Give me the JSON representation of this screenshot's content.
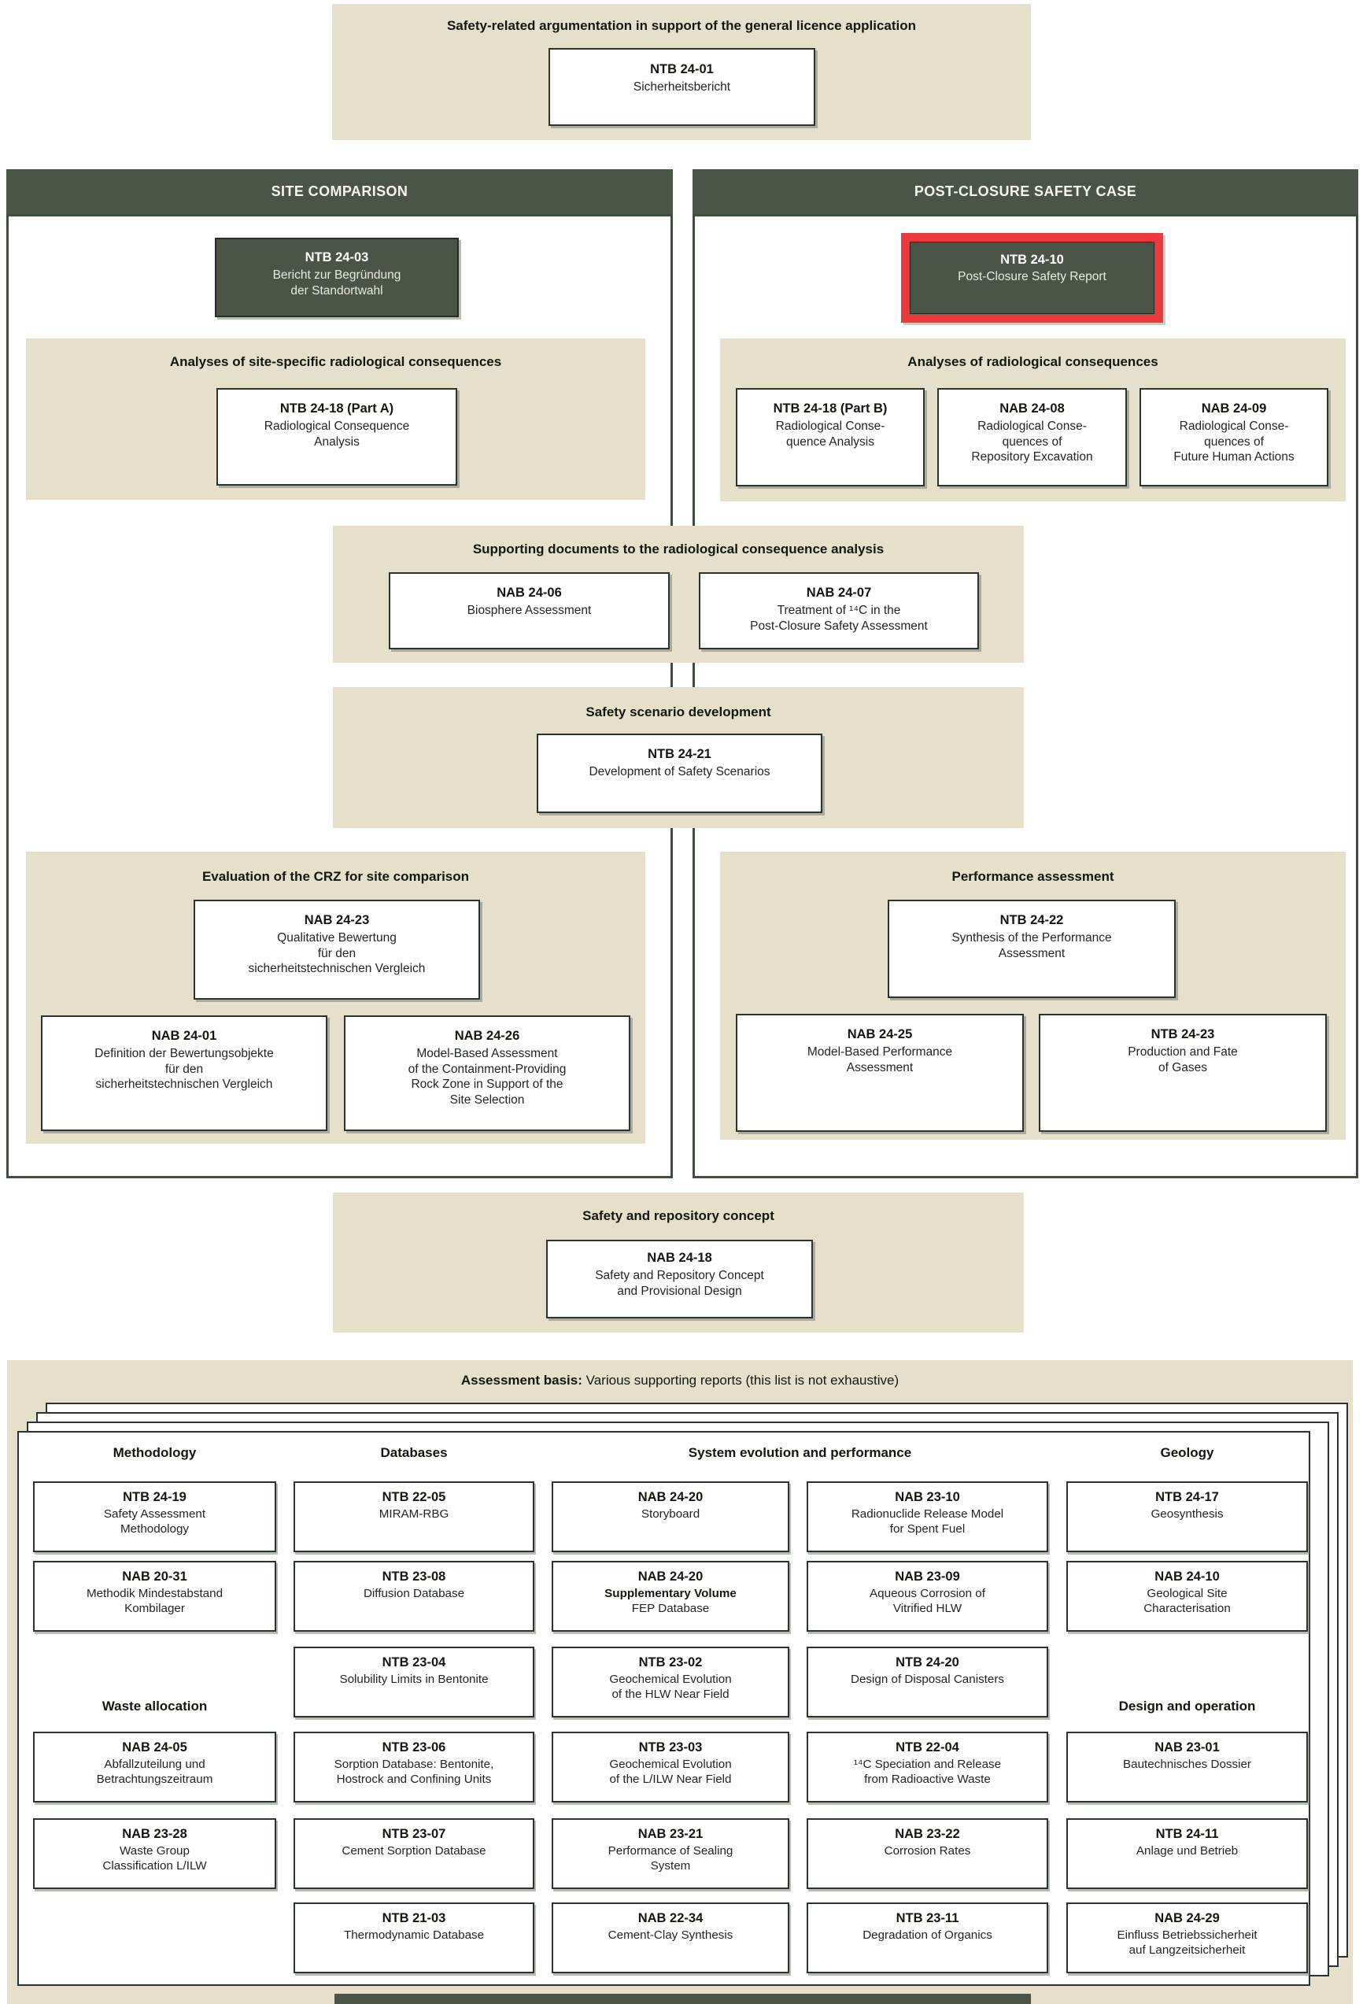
{
  "colors": {
    "beige": "#e6e0ca",
    "panel_green": "#4a5447",
    "highlight_red": "#e93a3c",
    "box_border": "#2b342c"
  },
  "top_section": {
    "title": "Safety-related argumentation in support of the general licence application",
    "doc": {
      "code": "NTB 24-01",
      "title": "Sicherheitsbericht"
    }
  },
  "site_comparison": {
    "header": "SITE COMPARISON",
    "main_doc": {
      "code": "NTB 24-03",
      "title": "Bericht zur Begründung\nder Standortwahl"
    },
    "analyses": {
      "title": "Analyses of site-specific radiological consequences",
      "doc": {
        "code": "NTB 24-18 (Part A)",
        "title": "Radiological Consequence\nAnalysis"
      }
    },
    "evaluation": {
      "title": "Evaluation of the CRZ for site comparison",
      "doc_top": {
        "code": "NAB 24-23",
        "title": "Qualitative Bewertung\nfür den\nsicherheitstechnischen Vergleich"
      },
      "doc_left": {
        "code": "NAB 24-01",
        "title": "Definition der Bewertungsobjekte\nfür den\nsicherheitstechnischen Vergleich"
      },
      "doc_right": {
        "code": "NAB 24-26",
        "title": "Model-Based Assessment\nof the Containment-Providing\nRock Zone in Support of the\nSite Selection"
      }
    }
  },
  "post_closure": {
    "header": "POST-CLOSURE SAFETY CASE",
    "main_doc": {
      "code": "NTB 24-10",
      "title": "Post-Closure Safety Report"
    },
    "analyses": {
      "title": "Analyses of radiological consequences",
      "docs": [
        {
          "code": "NTB 24-18 (Part B)",
          "title": "Radiological Conse-\nquence Analysis"
        },
        {
          "code": "NAB 24-08",
          "title": "Radiological Conse-\nquences of\nRepository Excavation"
        },
        {
          "code": "NAB 24-09",
          "title": "Radiological Conse-\nquences of\nFuture Human Actions"
        }
      ]
    },
    "performance": {
      "title": "Performance assessment",
      "doc_top": {
        "code": "NTB 24-22",
        "title": "Synthesis of the Performance\nAssessment"
      },
      "doc_left": {
        "code": "NAB 24-25",
        "title": "Model-Based Performance\nAssessment"
      },
      "doc_right": {
        "code": "NTB 24-23",
        "title": "Production and Fate\nof Gases"
      }
    }
  },
  "supporting_documents": {
    "title": "Supporting documents to the radiological consequence analysis",
    "docs": [
      {
        "code": "NAB 24-06",
        "title": "Biosphere Assessment"
      },
      {
        "code": "NAB 24-07",
        "title": "Treatment of ¹⁴C in the\nPost-Closure Safety Assessment"
      }
    ]
  },
  "safety_scenario": {
    "title": "Safety scenario development",
    "doc": {
      "code": "NTB 24-21",
      "title": "Development of Safety Scenarios"
    }
  },
  "repository_concept": {
    "title": "Safety and repository concept",
    "doc": {
      "code": "NAB 24-18",
      "title": "Safety and Repository Concept\nand Provisional Design"
    }
  },
  "assessment_basis": {
    "heading_bold": "Assessment basis:",
    "heading_rest": "Various supporting reports (this list is not exhaustive)",
    "col_headers": {
      "methodology": "Methodology",
      "databases": "Databases",
      "system": "System evolution and performance",
      "geology": "Geology"
    },
    "sub_headers": {
      "waste": "Waste allocation",
      "design": "Design and operation"
    },
    "methodology": [
      {
        "code": "NTB 24-19",
        "title": "Safety Assessment\nMethodology"
      },
      {
        "code": "NAB 20-31",
        "title": "Methodik Mindestabstand\nKombilager"
      }
    ],
    "waste_allocation": [
      {
        "code": "NAB 24-05",
        "title": "Abfallzuteilung und\nBetrachtungszeitraum"
      },
      {
        "code": "NAB 23-28",
        "title": "Waste Group\nClassification L/ILW"
      }
    ],
    "databases": [
      {
        "code": "NTB 22-05",
        "title": "MIRAM-RBG"
      },
      {
        "code": "NTB 23-08",
        "title": "Diffusion Database"
      },
      {
        "code": "NTB 23-04",
        "title": "Solubility Limits in Bentonite"
      },
      {
        "code": "NTB 23-06",
        "title": "Sorption Database: Bentonite,\nHostrock and Confining Units"
      },
      {
        "code": "NTB 23-07",
        "title": "Cement Sorption Database"
      },
      {
        "code": "NTB 21-03",
        "title": "Thermodynamic Database"
      }
    ],
    "system_a": [
      {
        "code": "NAB 24-20",
        "title": "Storyboard"
      },
      {
        "code": "NAB 24-20",
        "bold_sub": "Supplementary Volume",
        "title": "FEP Database"
      },
      {
        "code": "NTB 23-02",
        "title": "Geochemical Evolution\nof the HLW Near Field"
      },
      {
        "code": "NTB 23-03",
        "title": "Geochemical Evolution\nof the L/ILW Near Field"
      },
      {
        "code": "NAB 23-21",
        "title": "Performance of Sealing\nSystem"
      },
      {
        "code": "NAB 22-34",
        "title": "Cement-Clay Synthesis"
      }
    ],
    "system_b": [
      {
        "code": "NAB 23-10",
        "title": "Radionuclide Release Model\nfor Spent Fuel"
      },
      {
        "code": "NAB 23-09",
        "title": "Aqueous Corrosion of\nVitrified HLW"
      },
      {
        "code": "NTB 24-20",
        "title": "Design of Disposal Canisters"
      },
      {
        "code": "NTB 22-04",
        "title": "¹⁴C Speciation and Release\nfrom Radioactive Waste"
      },
      {
        "code": "NAB 23-22",
        "title": "Corrosion Rates"
      },
      {
        "code": "NTB 23-11",
        "title": "Degradation of Organics"
      }
    ],
    "geology": [
      {
        "code": "NTB 24-17",
        "title": "Geosynthesis"
      },
      {
        "code": "NAB 24-10",
        "title": "Geological Site\nCharacterisation"
      }
    ],
    "design_operation": [
      {
        "code": "NAB 23-01",
        "title": "Bautechnisches Dossier"
      },
      {
        "code": "NTB 24-11",
        "title": "Anlage und Betrieb"
      },
      {
        "code": "NAB 24-29",
        "title": "Einfluss Betriebssicherheit\nauf Langzeitsicherheit"
      }
    ]
  }
}
